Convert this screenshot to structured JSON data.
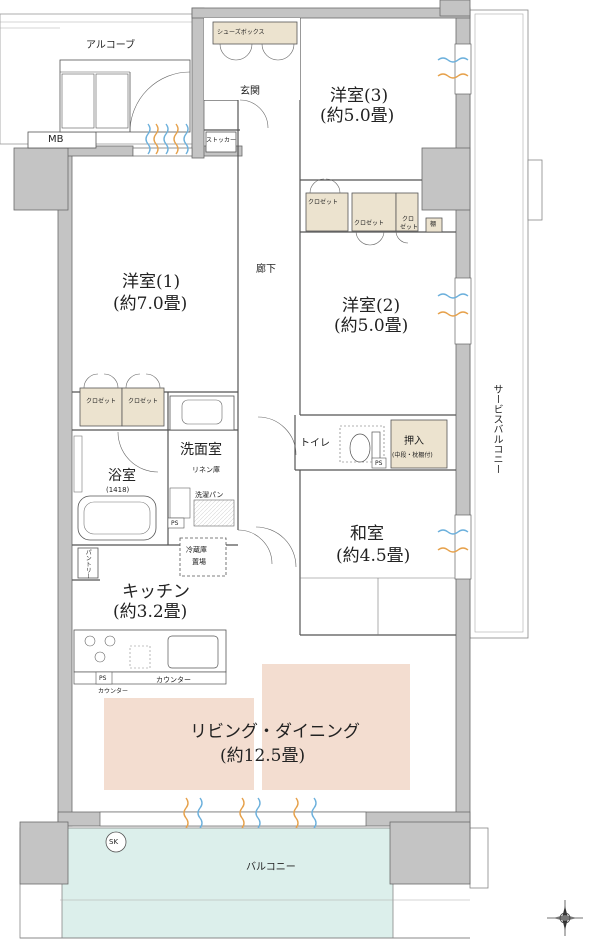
{
  "rooms": {
    "western3": {
      "name": "洋室(3)",
      "size": "(約5.0畳)"
    },
    "western1": {
      "name": "洋室(1)",
      "size": "(約7.0畳)"
    },
    "western2": {
      "name": "洋室(2)",
      "size": "(約5.0畳)"
    },
    "japanese": {
      "name": "和室",
      "size": "(約4.5畳)"
    },
    "kitchen": {
      "name": "キッチン",
      "size": "(約3.2畳)"
    },
    "living": {
      "name": "リビング・ダイニング",
      "size": "(約12.5畳)"
    },
    "bath": {
      "name": "浴室",
      "size": "(1418)"
    }
  },
  "labels": {
    "alcove": "アルコーブ",
    "entrance": "玄関",
    "mb": "MB",
    "shoebox": "シューズボックス",
    "stocker": "ストッカー",
    "hallway": "廊下",
    "closet": "クロゼット",
    "closet_short1": "クロ",
    "closet_short2": "ゼット",
    "shelf": "棚",
    "toilet": "トイレ",
    "oshiire": "押入",
    "oshiire_note": "(中段・枕棚付)",
    "ps": "PS",
    "washroom": "洗面室",
    "linen": "リネン庫",
    "laundry_pan": "洗濯パン",
    "fridge": "冷蔵庫",
    "fridge2": "置場",
    "pantry": "パントリー",
    "counter": "カウンター",
    "sk": "SK",
    "balcony": "バルコニー",
    "service_balcony": "サービスバルコニー"
  },
  "colors": {
    "wall": "#c4c4c4",
    "wall_stroke": "#6a6a6a",
    "storage": "#ece3cf",
    "living_accent": "#f3ddd0",
    "balcony": "#dcefeb",
    "air_blue": "#6cb0dc",
    "air_orange": "#e6a14b"
  },
  "icons": [
    "compass-icon",
    "airflow-icon"
  ]
}
